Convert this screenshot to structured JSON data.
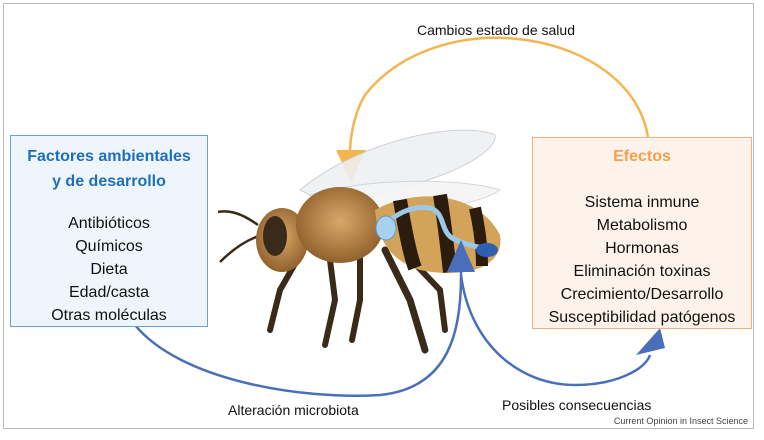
{
  "diagram": {
    "left_box": {
      "title_lines": [
        "Factores ambientales",
        "y de desarrollo"
      ],
      "items": [
        "Antibióticos",
        "Químicos",
        "Dieta",
        "Edad/casta",
        "Otras moléculas"
      ]
    },
    "right_box": {
      "title": "Efectos",
      "items": [
        "Sistema inmune",
        "Metabolismo",
        "Hormonas",
        "Eliminación toxinas",
        "Crecimiento/Desarrollo",
        "Susceptibilidad patógenos"
      ]
    },
    "labels": {
      "top_arrow": "Cambios estado de salud",
      "bottom_left_arrow": "Alteración microbiota",
      "bottom_right_arrow": "Posibles consecuencias"
    },
    "credit": "Current Opinion in Insect Science"
  },
  "colors": {
    "blue_arrow": "#4a6fba",
    "orange_arrow": "#f5b54e",
    "left_title": "#1f6fb8",
    "right_title": "#f4a04e"
  }
}
